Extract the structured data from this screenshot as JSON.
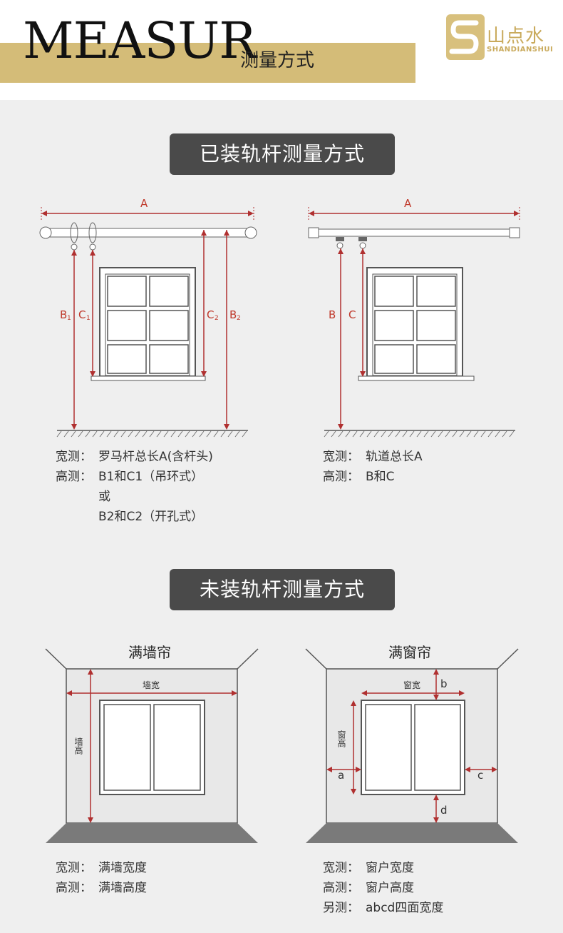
{
  "header": {
    "title_big": "MEASUR",
    "title_sub": "测量方式",
    "logo_name": "山点水",
    "logo_sub": "SHANDIANSHUI",
    "accent": "#d4bc78"
  },
  "section1": {
    "title": "已装轨杆测量方式",
    "left": {
      "label_a": "A",
      "label_b1": "B",
      "label_b1_sub": "1",
      "label_c1": "C",
      "label_c1_sub": "1",
      "label_c2": "C",
      "label_c2_sub": "2",
      "label_b2": "B",
      "label_b2_sub": "2",
      "width_key": "宽测：",
      "width_val": "罗马杆总长A(含杆头)",
      "height_key": "高测：",
      "height_val": "B1和C1（吊环式）",
      "height_or": "或",
      "height_val2": "B2和C2（开孔式）"
    },
    "right": {
      "label_a": "A",
      "label_b": "B",
      "label_c": "C",
      "width_key": "宽测：",
      "width_val": "轨道总长A",
      "height_key": "高测：",
      "height_val": "B和C"
    }
  },
  "section2": {
    "title": "未装轨杆测量方式",
    "left": {
      "heading": "满墙帘",
      "label_w": "墙宽",
      "label_h": "墙高",
      "width_key": "宽测：",
      "width_val": "满墙宽度",
      "height_key": "高测：",
      "height_val": "满墙高度"
    },
    "right": {
      "heading": "满窗帘",
      "label_w": "窗宽",
      "label_h": "窗高",
      "label_a": "a",
      "label_b": "b",
      "label_c": "c",
      "label_d": "d",
      "width_key": "宽测：",
      "width_val": "窗户宽度",
      "height_key": "高测：",
      "height_val": "窗户高度",
      "other_key": "另测：",
      "other_val": "abcd四面宽度"
    }
  },
  "colors": {
    "measure_red": "#b03030",
    "pill_bg": "#4a4a4a",
    "panel_bg": "#efefef"
  }
}
